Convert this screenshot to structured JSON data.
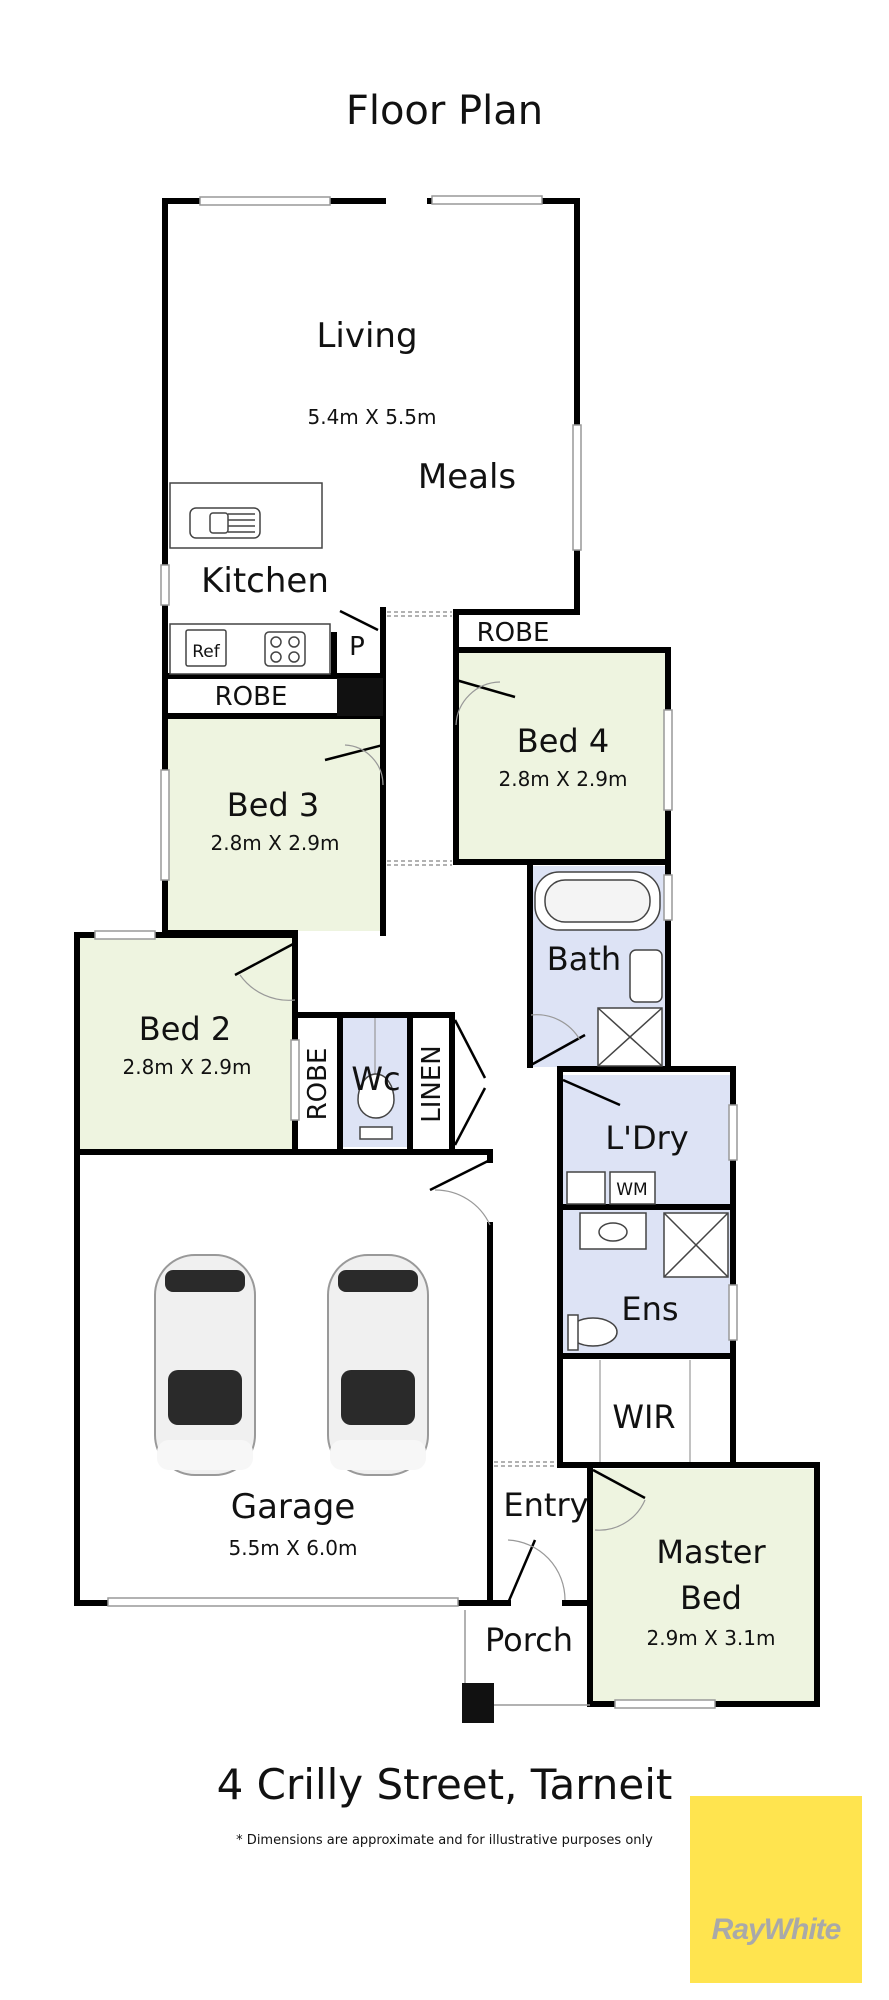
{
  "page": {
    "title": "Floor Plan",
    "address": "4 Crilly Street, Tarneit",
    "disclaimer": "* Dimensions are approximate and for illustrative purposes only",
    "logo": "RayWhite"
  },
  "rooms": {
    "living": {
      "label": "Living",
      "dims": "5.4m X 5.5m"
    },
    "meals": {
      "label": "Meals"
    },
    "kitchen": {
      "label": "Kitchen"
    },
    "ref": {
      "label": "Ref"
    },
    "pantry": {
      "label": "P"
    },
    "robe_bed4": {
      "label": "ROBE"
    },
    "robe_bed3": {
      "label": "ROBE"
    },
    "bed4": {
      "label": "Bed 4",
      "dims": "2.8m X 2.9m"
    },
    "bed3": {
      "label": "Bed 3",
      "dims": "2.8m X 2.9m"
    },
    "bath": {
      "label": "Bath"
    },
    "bed2": {
      "label": "Bed 2",
      "dims": "2.8m X 2.9m"
    },
    "robe_bed2": {
      "label": "ROBE"
    },
    "wc": {
      "label": "Wc"
    },
    "linen": {
      "label": "LINEN"
    },
    "laundry": {
      "label": "L'Dry",
      "wm": "WM"
    },
    "ensuite": {
      "label": "Ens"
    },
    "wir": {
      "label": "WIR"
    },
    "garage": {
      "label": "Garage",
      "dims": "5.5m X 6.0m"
    },
    "entry": {
      "label": "Entry"
    },
    "porch": {
      "label": "Porch"
    },
    "master": {
      "label1": "Master",
      "label2": "Bed",
      "dims": "2.9m X 3.1m"
    }
  },
  "colors": {
    "bedroom_fill": "#eef4e0",
    "wet_area_fill": "#dde3f5",
    "wall": "#000000",
    "logo_bg": "#ffe44f"
  }
}
